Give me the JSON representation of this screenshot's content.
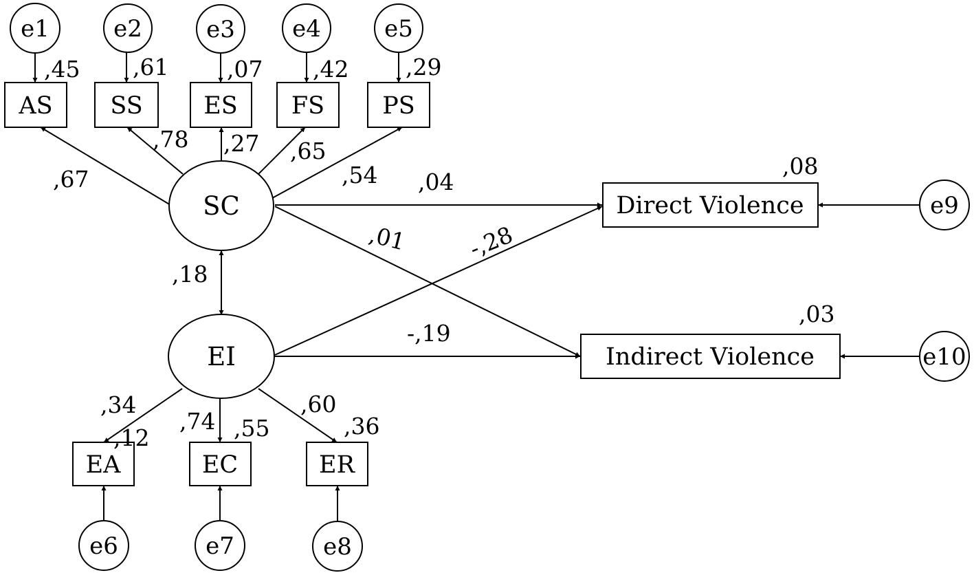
{
  "latent": {
    "sc": "SC",
    "ei": "EI"
  },
  "indicators": {
    "as": "AS",
    "ss": "SS",
    "es": "ES",
    "fs": "FS",
    "ps": "PS",
    "ea": "EA",
    "ec": "EC",
    "er": "ER"
  },
  "outcomes": {
    "direct": "Direct Violence",
    "indirect": "Indirect Violence"
  },
  "errors": {
    "e1": "e1",
    "e2": "e2",
    "e3": "e3",
    "e4": "e4",
    "e5": "e5",
    "e6": "e6",
    "e7": "e7",
    "e8": "e8",
    "e9": "e9",
    "e10": "e10"
  },
  "r_squared": {
    "as": ",45",
    "ss": ",61",
    "es": ",07",
    "fs": ",42",
    "ps": ",29",
    "ea": ",12",
    "ec": ",55",
    "er": ",36",
    "direct": ",08",
    "indirect": ",03"
  },
  "loadings": {
    "sc_as": ",67",
    "sc_ss": ",78",
    "sc_es": ",27",
    "sc_fs": ",65",
    "sc_ps": ",54",
    "ei_ea": ",34",
    "ei_ec": ",74",
    "ei_er": ",60"
  },
  "paths": {
    "sc_direct": ",04",
    "sc_indirect": ",01",
    "ei_direct": "-,28",
    "ei_indirect": "-,19",
    "sc_ei_covariance": ",18"
  }
}
